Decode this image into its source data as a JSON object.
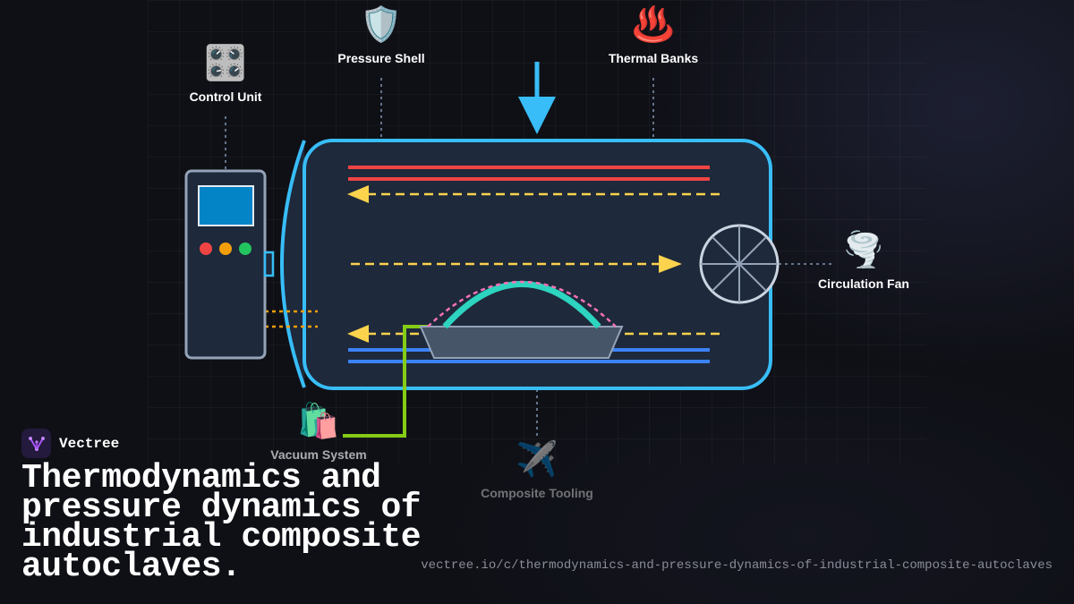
{
  "nodes": {
    "control_unit": {
      "label": "Control Unit",
      "icon": "control-knobs-icon",
      "glyph": "🎛️"
    },
    "pressure_shell": {
      "label": "Pressure Shell",
      "icon": "shield-icon",
      "glyph": "🛡️"
    },
    "thermal_banks": {
      "label": "Thermal Banks",
      "icon": "hot-springs-icon",
      "glyph": "♨️"
    },
    "circulation_fan": {
      "label": "Circulation Fan",
      "icon": "tornado-icon",
      "glyph": "🌪️"
    },
    "vacuum_system": {
      "label": "Vacuum System",
      "icon": "shopping-bags-icon",
      "glyph": "🛍️"
    },
    "composite_tooling": {
      "label": "Composite Tooling",
      "icon": "airplane-icon",
      "glyph": "✈️"
    }
  },
  "colors": {
    "vessel": "#38bdf8",
    "heater": "#ef4444",
    "cooling": "#3b82f6",
    "airflow": "#fcd34d",
    "part": "#2dd4bf",
    "bag": "#f472b6",
    "vacuum_line": "#84cc16"
  },
  "brand": {
    "name": "Vectree"
  },
  "title": "Thermodynamics and pressure dynamics of industrial composite autoclaves.",
  "url": "vectree.io/c/thermodynamics-and-pressure-dynamics-of-industrial-composite-autoclaves"
}
